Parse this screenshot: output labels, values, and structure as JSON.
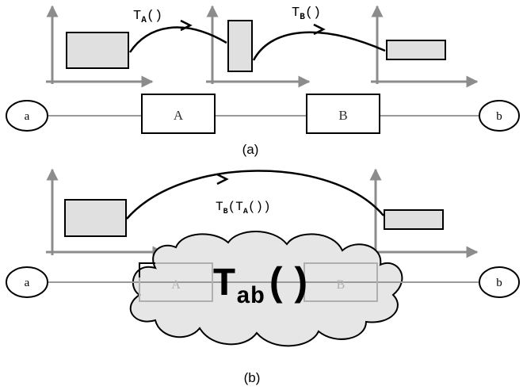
{
  "panel_a": {
    "caption": "(a)",
    "node_start": "a",
    "node_end": "b",
    "block_a": "A",
    "block_b": "B",
    "transform_a": {
      "base": "T",
      "sub": "A",
      "suffix": "()"
    },
    "transform_b": {
      "base": "T",
      "sub": "B",
      "suffix": "()"
    }
  },
  "panel_b": {
    "caption": "(b)",
    "node_start": "a",
    "node_end": "b",
    "block_a": "A",
    "block_b": "B",
    "composed": {
      "outer_base": "T",
      "outer_sub": "B",
      "open": "(",
      "inner_base": "T",
      "inner_sub": "A",
      "close": "())"
    },
    "cloud_label": {
      "base": "T",
      "sub": "ab",
      "suffix": "()"
    }
  },
  "colors": {
    "axis": "#8c8c8c",
    "line": "#9a9a9a",
    "box_fill": "#e0e0e0",
    "cloud_fill": "#e6e6e6",
    "stroke": "#000000"
  }
}
